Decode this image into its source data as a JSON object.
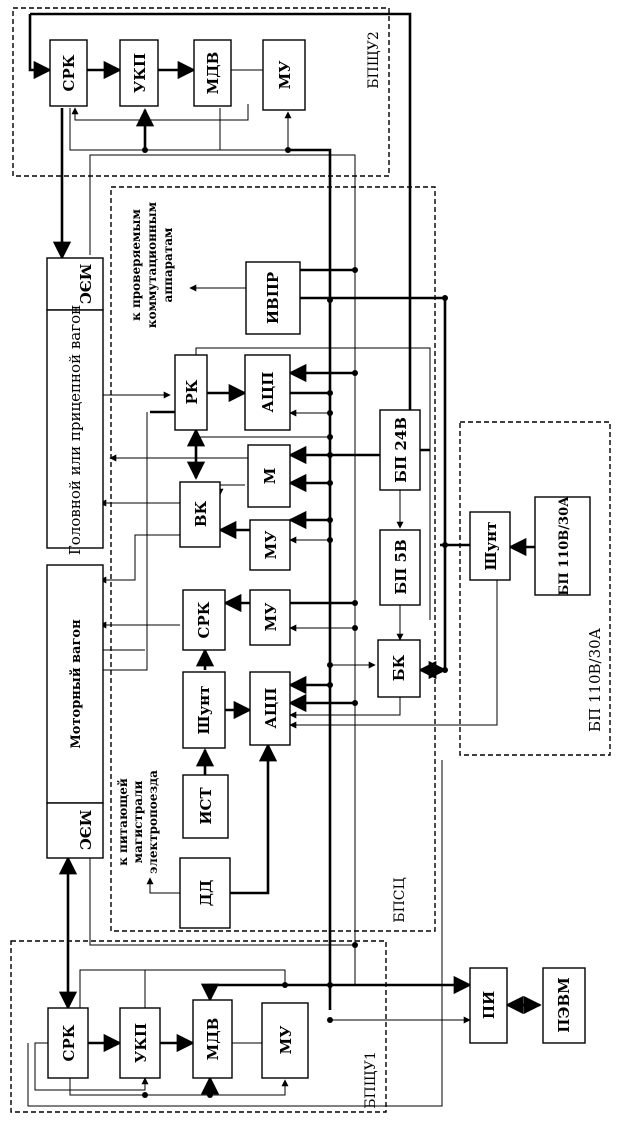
{
  "groups": {
    "bpshchu2": "БПЩУ2",
    "bpsc": "БПСЦ",
    "bp110": "БП 110В/30А",
    "bpshchu1": "БПЩУ1"
  },
  "blocks": {
    "srk_top": "СРК",
    "ukp_top": "УКП",
    "mdv_top": "МДВ",
    "mu_top": "МУ",
    "mes_top": "МЭС",
    "vagon_top": "Головной или прицепной вагон",
    "ivpr": "ИВПР",
    "rk": "РК",
    "acp_rk": "АЦП",
    "m": "М",
    "bp24": "БП 24В",
    "vk": "ВК",
    "mu_vk": "МУ",
    "bp5": "БП 5В",
    "srk_mid": "СРК",
    "mu_mid": "МУ",
    "bk": "БК",
    "shunt_mid": "Шунт",
    "acp_mid": "АЦП",
    "ist": "ИСТ",
    "dd": "ДД",
    "motor_vagon": "Моторный вагон",
    "mes_bot": "МЭС",
    "shunt_bp": "Шунт",
    "bp110": "БП 110В/30А",
    "srk_bot": "СРК",
    "ukp_bot": "УКП",
    "mdv_bot": "МДВ",
    "mu_bot": "МУ",
    "pi": "ПИ",
    "pevm": "ПЭВМ"
  },
  "notes": {
    "to_switching": [
      "к проверяемым",
      "коммутационным",
      "аппаратам"
    ],
    "to_mains": [
      "к питающей",
      "магистрали",
      "электропоезда"
    ]
  }
}
